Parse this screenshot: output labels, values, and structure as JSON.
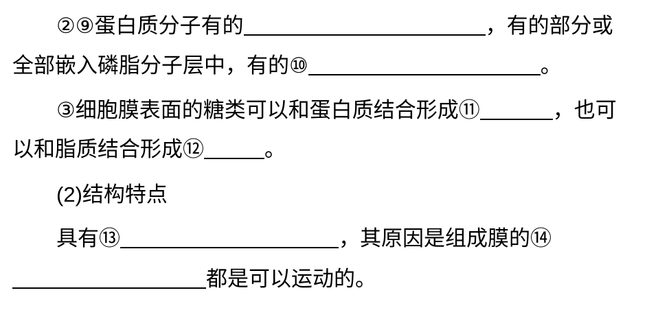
{
  "lines": [
    {
      "before": "②⑨蛋白质分子有的",
      "after": "，有的部分或"
    },
    {
      "before": "全部嵌入磷脂分子层中，有的⑩ ",
      "after": "。"
    },
    {
      "before": "③细胞膜表面的糖类可以和蛋白质结合形成⑪",
      "after": "，也可"
    },
    {
      "before": "以和脂质结合形成⑫",
      "after": "。"
    },
    {
      "text": "(2)结构特点"
    },
    {
      "before": "具有⑬",
      "after": "，其原因是组成膜的⑭"
    },
    {
      "before": "",
      "after": "都是可以运动的。"
    }
  ]
}
